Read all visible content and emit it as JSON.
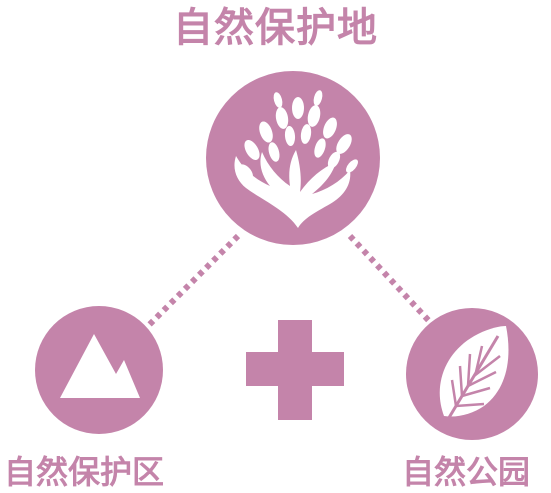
{
  "colors": {
    "accent": "#c484aa",
    "foreground": "#ffffff"
  },
  "center_node": {
    "label": "自然保护地",
    "icon": "tree-icon"
  },
  "left_node": {
    "label": "自然保护区",
    "icon": "mountain-icon"
  },
  "right_node": {
    "label": "自然公园",
    "icon": "leaf-icon"
  },
  "center_symbol": {
    "icon": "plus-icon"
  }
}
